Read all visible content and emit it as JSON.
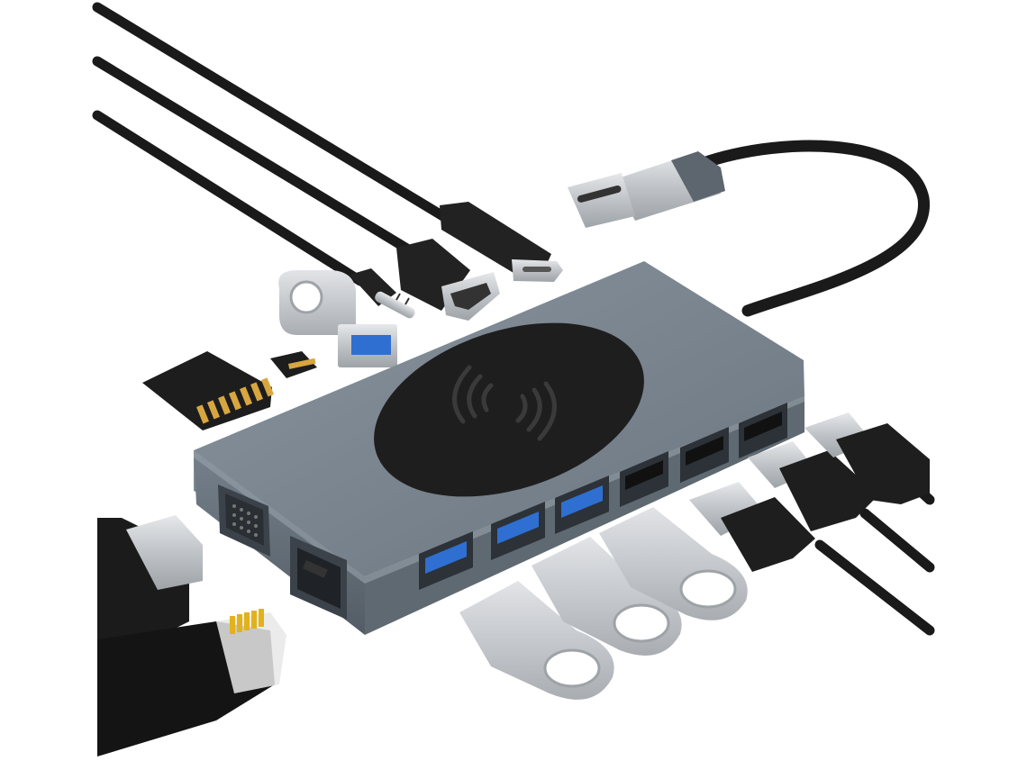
{
  "image": {
    "type": "product-photo",
    "subject": "usb-c-hub-with-wireless-charger",
    "background_color": "#ffffff"
  },
  "colors": {
    "hub_body": "#6f7a85",
    "hub_edge": "#4e5760",
    "charging_pad": "#1e1e1e",
    "cable": "#1a1a1a",
    "usb_blue": "#2f6fd1",
    "metal": "#c9ccd0",
    "contacts_gold": "#d8a640",
    "flash_drive": "#c4c7cb"
  },
  "icons": {
    "wireless": "wireless-charging-icon"
  },
  "hub": {
    "usb3_ports": 3,
    "usb2_ports": 3,
    "vga_ports": 1,
    "ethernet_ports": 1
  },
  "accessories": {
    "usb_a_plugs": 3,
    "flash_drives": 4,
    "sd_cards": 1,
    "micro_sd_cards": 1
  }
}
